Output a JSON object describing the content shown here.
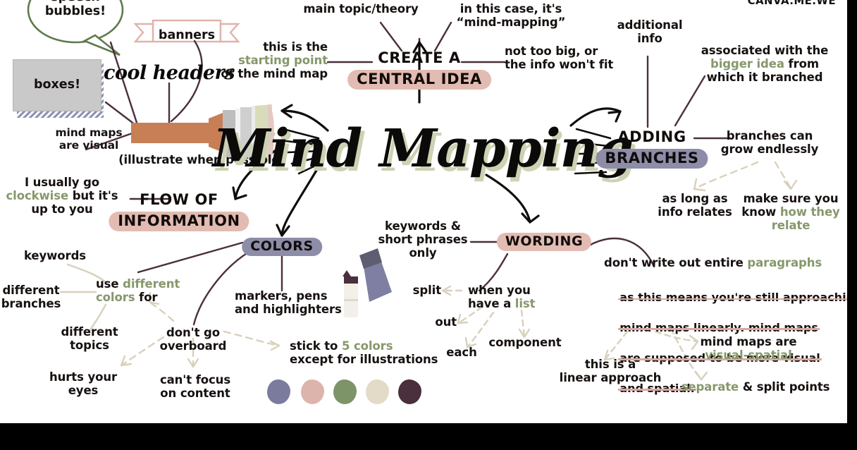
{
  "watermark": "CANVA.ME.WE",
  "title": {
    "main": "Mind Mapping"
  },
  "decorations": {
    "speech_bubble_label": "speech\nbubbles!",
    "banner_label": "banners",
    "box_label": "boxes!",
    "cool_headers_label": "cool headers",
    "brush_caption": "(illustrate when possible)",
    "mind_maps_are_visual": "mind maps\nare visual"
  },
  "branches": {
    "central_idea": {
      "heading_line1": "CREATE A",
      "heading_line2": "CENTRAL IDEA",
      "badge_color": "#e2bbb2",
      "notes": {
        "main_topic": "main topic/theory",
        "in_this_case": "in this case, it's\n“mind-mapping”",
        "starting_point_pre": "this is the",
        "starting_point_hi": "starting point",
        "starting_point_post": "of the mind map",
        "not_too_big": "not too big, or\nthe info won't fit"
      }
    },
    "adding_branches": {
      "heading_line1": "ADDING",
      "heading_line2": "BRANCHES",
      "badge_color": "#8d8da9",
      "notes": {
        "additional_info": "additional\ninfo",
        "associated_pre": "associated with the",
        "associated_hi": "bigger idea",
        "associated_mid": " from",
        "associated_post": "which it branched",
        "grow_endlessly": "branches can\ngrow endlessly",
        "as_long_as": "as long as\ninfo relates",
        "make_sure_pre": "make sure you\nknow ",
        "make_sure_hi": "how they\nrelate"
      }
    },
    "flow_of_information": {
      "heading_line1": "FLOW OF",
      "heading_line2": "INFORMATION",
      "badge_color": "#e2bbb2",
      "notes": {
        "clockwise_pre": "I usually go",
        "clockwise_hi": "clockwise",
        "clockwise_post": " but it's\nup to you"
      }
    },
    "colors": {
      "heading": "COLORS",
      "badge_color": "#8d8da9",
      "notes": {
        "keywords": "keywords",
        "different_branches": "different\nbranches",
        "use_different_pre": "use ",
        "use_different_hi": "different\ncolors",
        "use_different_post": " for",
        "different_topics": "different\ntopics",
        "hurts_your_eyes": "hurts your\neyes",
        "dont_go_overboard": "don't go\noverboard",
        "cant_focus": "can't focus\non content",
        "markers_pens": "markers, pens\nand highlighters",
        "stick_to_pre": "stick to ",
        "stick_to_hi": "5 colors",
        "stick_to_post": "except for illustrations"
      },
      "palette": [
        {
          "name": "slate-purple",
          "hex": "#7b7b9e"
        },
        {
          "name": "dusty-pink",
          "hex": "#ddb4ab"
        },
        {
          "name": "sage-green",
          "hex": "#7d9368"
        },
        {
          "name": "cream",
          "hex": "#e3dbc8"
        },
        {
          "name": "dark-plum",
          "hex": "#4a2f3c"
        }
      ]
    },
    "wording": {
      "heading": "WORDING",
      "badge_color": "#e2bbb2",
      "notes": {
        "keywords_short": "keywords &\nshort phrases\nonly",
        "when_you_have_pre": "when you\nhave a ",
        "when_you_have_hi": "list",
        "split": "split",
        "out": "out",
        "each": "each",
        "component": "component",
        "dont_write_pre": "don't write out entire ",
        "dont_write_hi": "paragraphs",
        "struck_line1": "as this means you're still approaching",
        "struck_line2": "mind maps linearly. mind maps",
        "struck_line3": "are supposed to be more visual",
        "struck_line4": "and spatial.",
        "linear_approach": "this is a\nlinear approach",
        "visual_spatial_pre": "mind maps are",
        "visual_spatial_hi": "visual-spatial",
        "separate_hi": "separate",
        "separate_post": " & split points"
      }
    }
  }
}
